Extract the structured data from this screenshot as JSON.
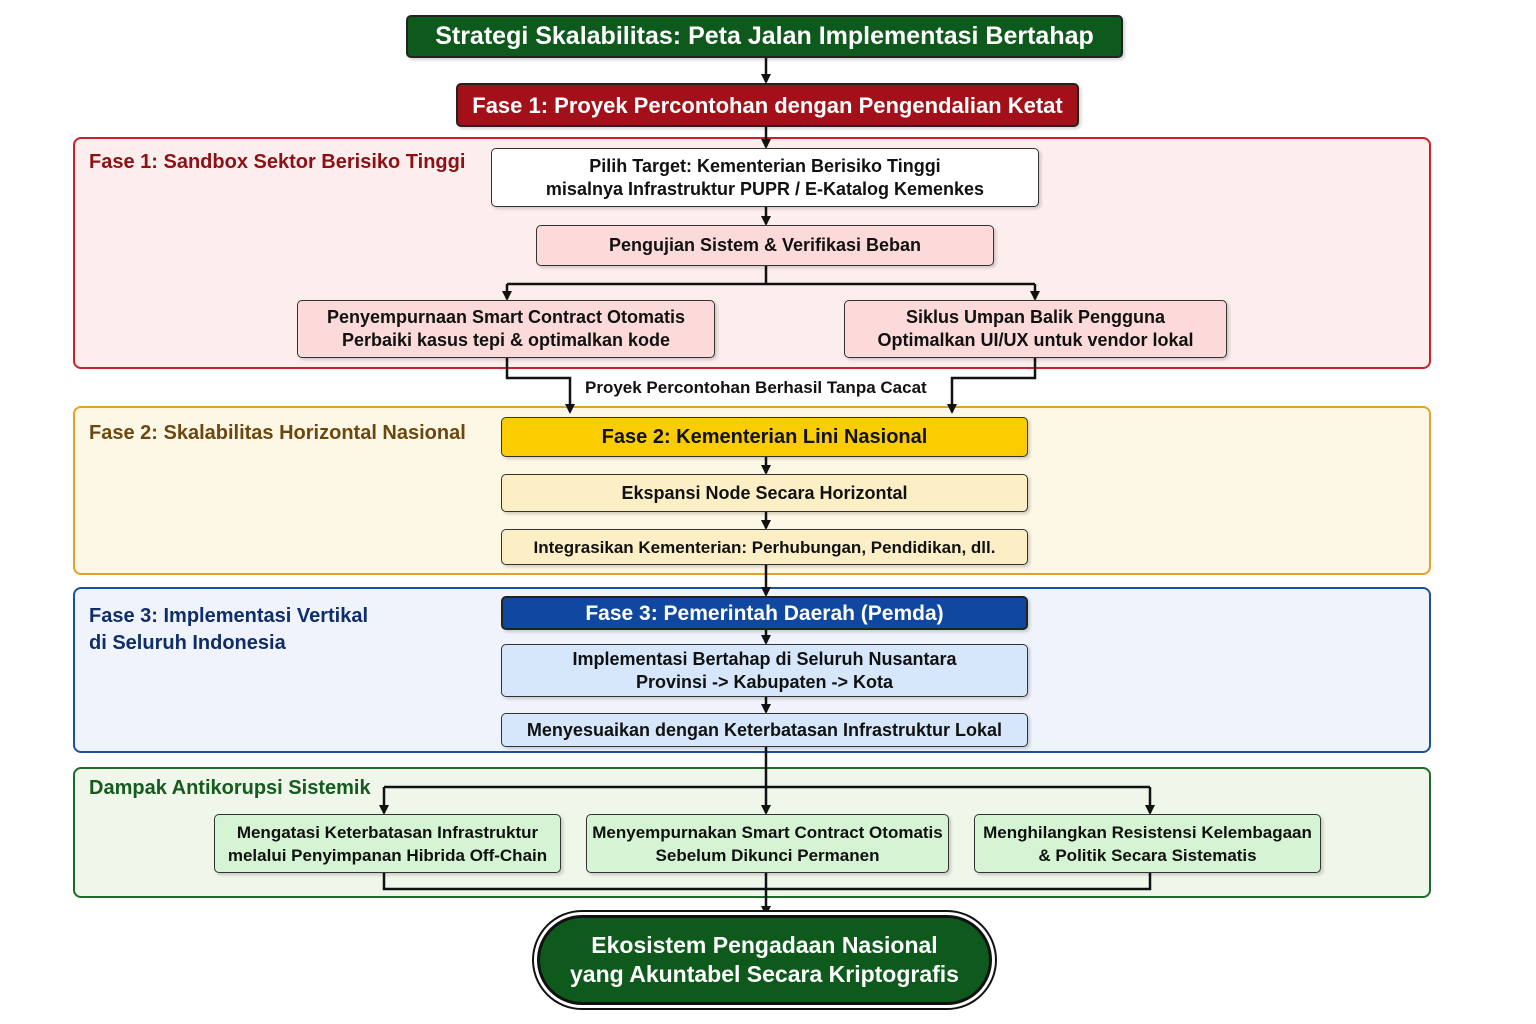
{
  "title": "Strategi Skalabilitas: Peta Jalan Implementasi Bertahap",
  "phase1": {
    "header": "Fase 1: Proyek Percontohan dengan Pengendalian Ketat",
    "panel_title": "Fase 1: Sandbox Sektor Berisiko Tinggi",
    "target": "Pilih Target: Kementerian Berisiko Tinggi\nmisalnya Infrastruktur PUPR / E-Katalog Kemenkes",
    "testing": "Pengujian Sistem & Verifikasi Beban",
    "left": "Penyempurnaan Smart Contract Otomatis\nPerbaiki kasus tepi & optimalkan kode",
    "right": "Siklus Umpan Balik Pengguna\nOptimalkan UI/UX untuk vendor lokal",
    "success": "Proyek Percontohan Berhasil Tanpa Cacat"
  },
  "phase2": {
    "panel_title": "Fase 2: Skalabilitas Horizontal Nasional",
    "header": "Fase 2: Kementerian Lini Nasional",
    "step1": "Ekspansi Node Secara Horizontal",
    "step2": "Integrasikan Kementerian: Perhubungan, Pendidikan, dll."
  },
  "phase3": {
    "panel_title": "Fase 3: Implementasi Vertikal\ndi Seluruh Indonesia",
    "header": "Fase 3: Pemerintah Daerah (Pemda)",
    "step1": "Implementasi Bertahap di Seluruh Nusantara\nProvinsi -> Kabupaten -> Kota",
    "step2": "Menyesuaikan dengan Keterbatasan Infrastruktur Lokal"
  },
  "impact": {
    "panel_title": "Dampak Antikorupsi Sistemik",
    "items": [
      "Mengatasi Keterbatasan Infrastruktur\nmelalui Penyimpanan Hibrida Off-Chain",
      "Menyempurnakan Smart Contract Otomatis\nSebelum Dikunci Permanen",
      "Menghilangkan Resistensi Kelembagaan\n& Politik Secara Sistematis"
    ]
  },
  "final": "Ekosistem Pengadaan Nasional\nyang Akuntabel Secara Kriptografis",
  "colors": {
    "title_bg": "#0e5a1c",
    "phase1_header_bg": "#a3101a",
    "phase1_panel_border": "#c8202c",
    "phase1_panel_bg": "#fdeeee",
    "phase1_box_bg": "#fcdada",
    "phase1_title": "#8e1015",
    "phase2_header_bg": "#fbcc00",
    "phase2_panel_border": "#e3a227",
    "phase2_panel_bg": "#fdf7e6",
    "phase2_box_bg": "#fcefc6",
    "phase2_title": "#6d4710",
    "phase3_header_bg": "#0f47a1",
    "phase3_panel_border": "#1e4f9c",
    "phase3_panel_bg": "#eff4fc",
    "phase3_box_bg": "#d6e6fb",
    "phase3_title": "#0f2d6b",
    "impact_panel_border": "#1f6a2a",
    "impact_panel_bg": "#eef7ea",
    "impact_box_bg": "#d5f4d3",
    "impact_title": "#165a1e",
    "final_bg": "#0e5a1c"
  }
}
